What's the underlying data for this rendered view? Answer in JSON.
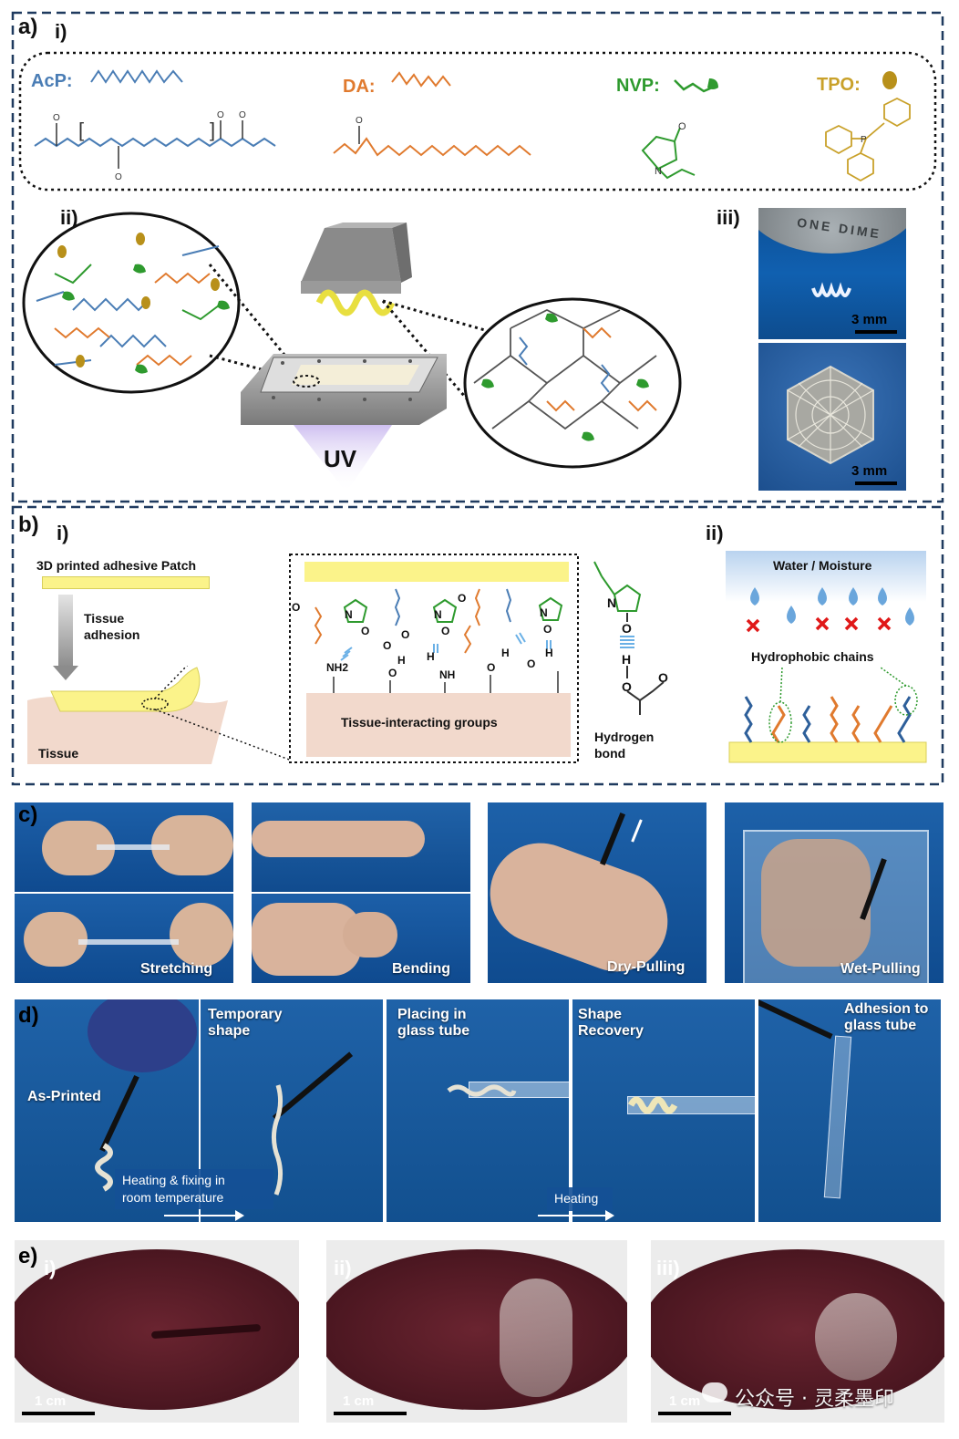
{
  "panel_a": {
    "label": "a)",
    "sub_i": "i)",
    "sub_ii": "ii)",
    "sub_iii": "iii)",
    "monomers": [
      {
        "name": "AcP:",
        "color": "#4a7db5"
      },
      {
        "name": "DA:",
        "color": "#e07a2e"
      },
      {
        "name": "NVP:",
        "color": "#2e9a2e"
      },
      {
        "name": "TPO:",
        "color": "#c9a12a"
      }
    ],
    "uv_label": "UV",
    "scale_top": "3 mm",
    "scale_bottom": "3 mm",
    "coin_text": "ONE DIME"
  },
  "panel_b": {
    "label": "b)",
    "sub_i": "i)",
    "sub_ii": "ii)",
    "patch_label": "3D printed adhesive Patch",
    "arrow_label_1": "Tissue",
    "arrow_label_2": "adhesion",
    "tissue_label": "Tissue",
    "interface_label": "Tissue-interacting groups",
    "hbond_label_1": "Hydrogen",
    "hbond_label_2": "bond",
    "water_label": "Water / Moisture",
    "hydrophobic_label": "Hydrophobic chains",
    "chem": {
      "N": "N",
      "O": "O",
      "H": "H",
      "NH2": "NH2",
      "NH": "NH"
    }
  },
  "panel_c": {
    "label": "c)",
    "captions": [
      "Stretching",
      "Bending",
      "Dry-Pulling",
      "Wet-Pulling"
    ]
  },
  "panel_d": {
    "label": "d)",
    "captions": [
      "As-Printed",
      "Temporary shape",
      "Placing in glass tube",
      "Shape Recovery",
      "Adhesion to glass tube"
    ],
    "step1_1": "Heating & fixing in",
    "step1_2": "room temperature",
    "step2": "Heating"
  },
  "panel_e": {
    "label": "e)",
    "subs": [
      "i)",
      "ii)",
      "iii)"
    ],
    "scale": "1 cm",
    "watermark": "公众号 · 灵柔墨印"
  }
}
